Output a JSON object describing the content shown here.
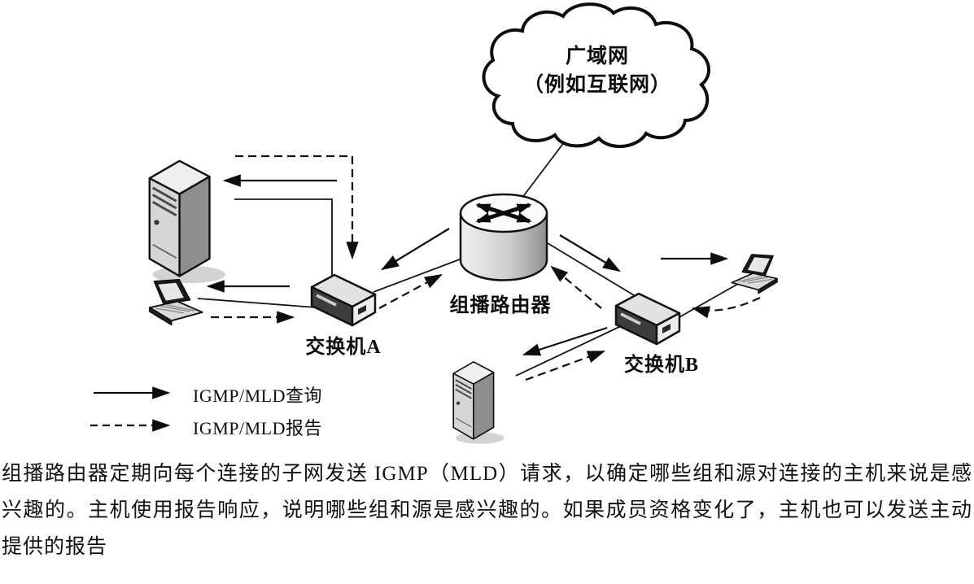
{
  "figure": {
    "cloud": {
      "line1": "广域网",
      "line2": "（例如互联网）"
    },
    "router": {
      "label": "组播路由器"
    },
    "switch_a": {
      "label": "交换机A"
    },
    "switch_b": {
      "label": "交换机B"
    },
    "legend": {
      "query_label": "IGMP/MLD查询",
      "report_label": "IGMP/MLD报告"
    },
    "device_types": [
      "wan-cloud",
      "multicast-router",
      "switch",
      "switch",
      "server",
      "server",
      "laptop",
      "laptop"
    ]
  },
  "caption": "组播路由器定期向每个连接的子网发送 IGMP（MLD）请求，以确定哪些组和源对连接的主机来说是感兴趣的。主机使用报告响应，说明哪些组和源是感兴趣的。如果成员资格变化了，主机也可以发送主动提供的报告",
  "colors": {
    "ink": "#111111",
    "paper": "#ffffff",
    "shade_light": "#e8e8e8",
    "shade_mid": "#c9c9c9",
    "shade_dark": "#555555"
  }
}
